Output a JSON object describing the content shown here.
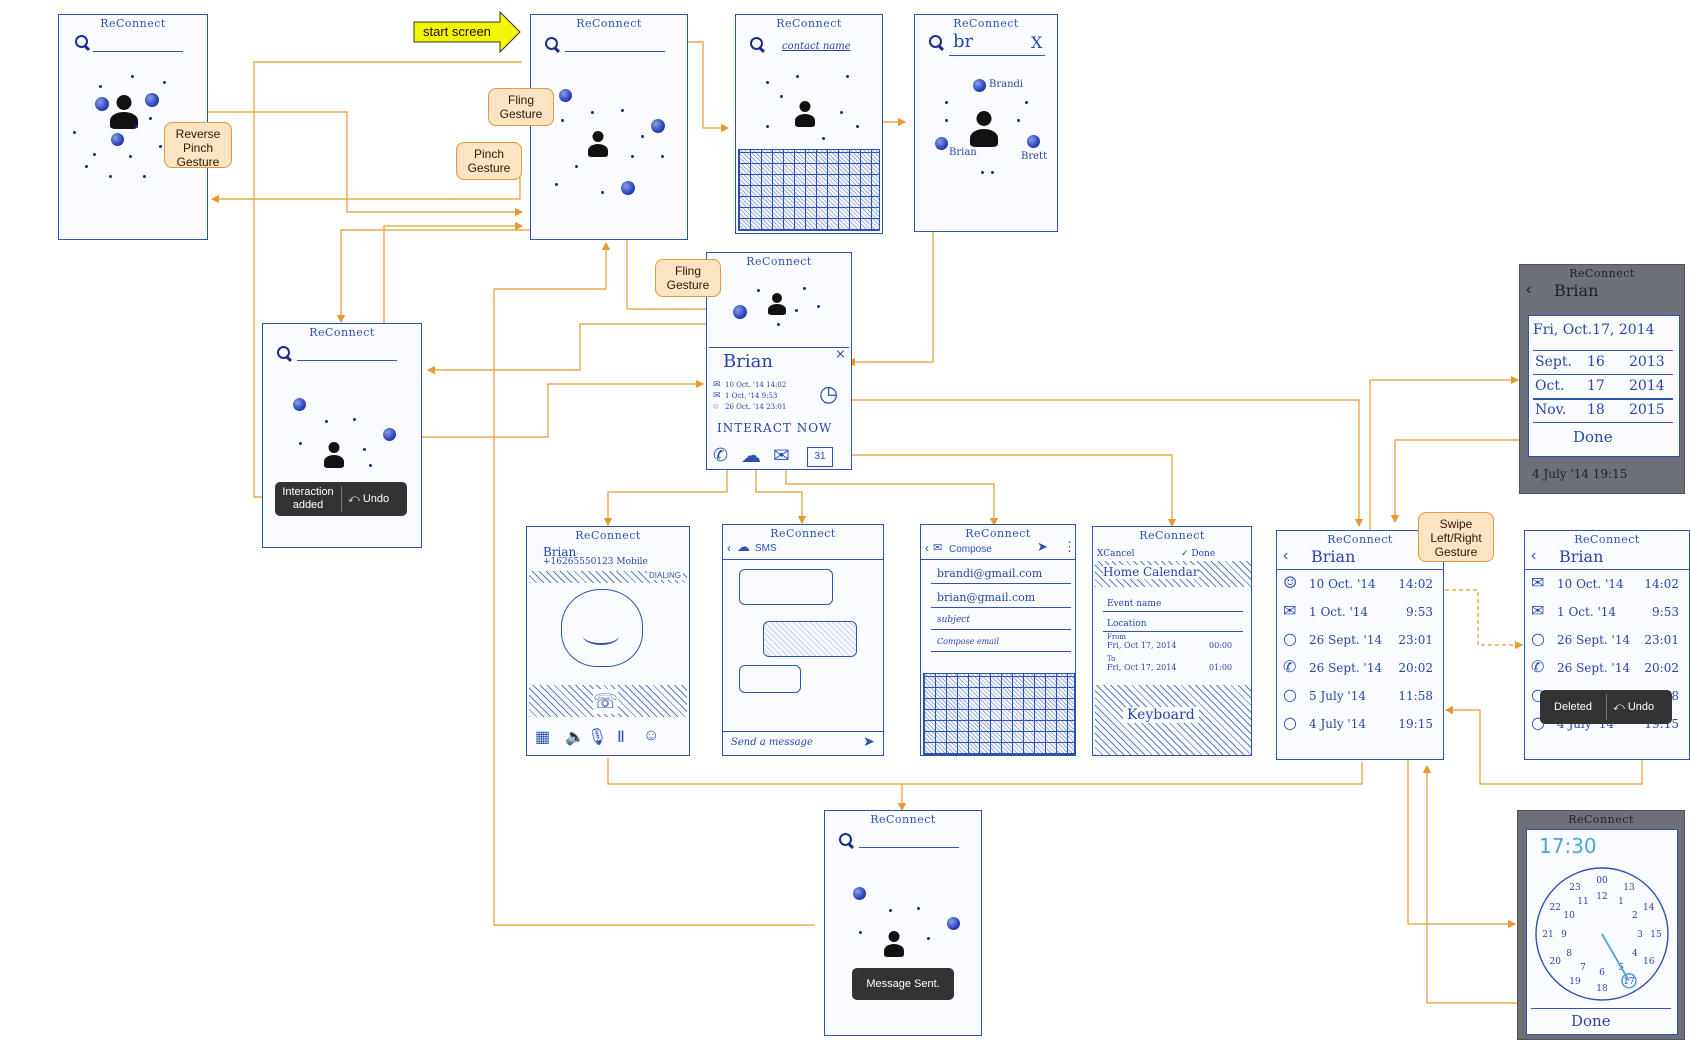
{
  "app_title": "ReConnect",
  "start_label": "start screen",
  "callouts": {
    "reverse_pinch": "Reverse Pinch Gesture",
    "fling_top": "Fling Gesture",
    "pinch": "Pinch Gesture",
    "fling_mid": "Fling Gesture",
    "swipe": "Swipe Left/Right Gesture"
  },
  "toasts": {
    "interaction_added": "Interaction added",
    "undo": "Undo",
    "deleted": "Deleted",
    "message_sent": "Message Sent."
  },
  "contact_search": {
    "placeholder": "contact name",
    "query": "br",
    "clear": "X",
    "contacts": [
      "Brandi",
      "Brian",
      "Brett"
    ]
  },
  "contact_card": {
    "name": "Brian",
    "close": "×",
    "history": [
      "10 Oct. '14 14:02",
      "1 Oct. '14 9:53",
      "26 Oct. '14 23:01"
    ],
    "interact_now": "INTERACT NOW",
    "calendar_day": "31"
  },
  "call_screen": {
    "name": "Brian",
    "number": "+16265550123 Mobile",
    "status": "DIALING"
  },
  "sms_screen": {
    "header": "SMS",
    "input_placeholder": "Send a message"
  },
  "email_screen": {
    "header": "Compose",
    "from": "brandi@gmail.com",
    "to": "brian@gmail.com",
    "subject": "subject",
    "body": "Compose email"
  },
  "calendar_screen": {
    "cancel": "XCancel",
    "done": "✓ Done",
    "calendar": "Home Calendar",
    "event_name": "Event name",
    "location": "Location",
    "from_label": "From",
    "from_date": "Fri, Oct 17, 2014",
    "from_time": "00:00",
    "to_label": "To",
    "to_date": "Fri, Oct 17, 2014",
    "to_time": "01:00",
    "keyboard": "Keyboard"
  },
  "history_screen": {
    "name": "Brian",
    "entries": [
      {
        "date": "10 Oct. '14",
        "time": "14:02"
      },
      {
        "date": "1 Oct. '14",
        "time": "9:53"
      },
      {
        "date": "26 Sept. '14",
        "time": "23:01"
      },
      {
        "date": "26 Sept. '14",
        "time": "20:02"
      },
      {
        "date": "5 July '14",
        "time": "11:58"
      },
      {
        "date": "4 July '14",
        "time": "19:15"
      }
    ]
  },
  "date_picker": {
    "name": "Brian",
    "selected": "Fri, Oct.17, 2014",
    "rows": [
      [
        "Sept.",
        "16",
        "2013"
      ],
      [
        "Oct.",
        "17",
        "2014"
      ],
      [
        "Nov.",
        "18",
        "2015"
      ]
    ],
    "done": "Done",
    "footer": "4 July '14 19:15"
  },
  "time_picker": {
    "time": "17:30",
    "done": "Done",
    "hours_outer": [
      "00",
      "13",
      "14",
      "15",
      "16",
      "17",
      "18",
      "19",
      "20",
      "21",
      "22",
      "23"
    ],
    "hours_inner": [
      "12",
      "1",
      "2",
      "3",
      "4",
      "5",
      "6",
      "7",
      "8",
      "9",
      "10",
      "11"
    ]
  },
  "colors": {
    "ink": "#2d52b0",
    "arrow": "#e89a2c",
    "callout_fill": "#fce3c2",
    "start_arrow": "#f5f500"
  }
}
